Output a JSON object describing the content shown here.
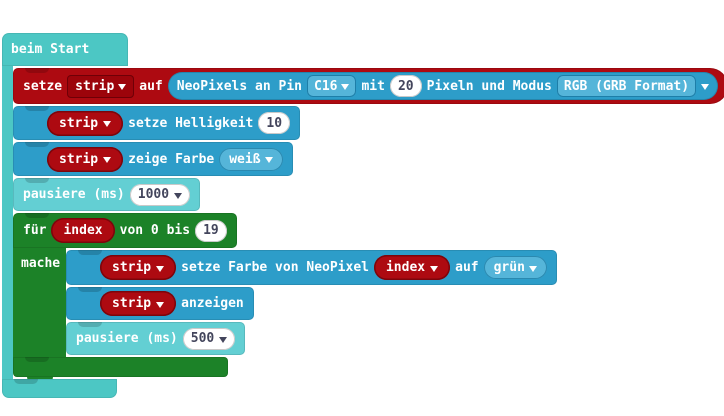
{
  "colors": {
    "canvas": "#ffffff",
    "container_teal": "#4cc7c4",
    "pause_teal": "#63cfd3",
    "neopixel_blue": "#2d9dc9",
    "dropdown_blue": "#55b5d9",
    "variable_red": "#ad0a11",
    "loop_green": "#1c8228",
    "number_text": "#43455c"
  },
  "blocks": {
    "on_start": {
      "label": "beim Start"
    },
    "set_strip": {
      "kw_setze": "setze",
      "variable": "strip",
      "kw_auf": "auf",
      "neopixels": {
        "label_prefix": "NeoPixels an Pin",
        "pin": "C16",
        "kw_mit": "mit",
        "count": "20",
        "label_suffix": "Pixeln und Modus",
        "mode": "RGB (GRB Format)"
      }
    },
    "set_brightness": {
      "variable": "strip",
      "label": "setze Helligkeit",
      "value": "10"
    },
    "show_color": {
      "variable": "strip",
      "label": "zeige Farbe",
      "color": "weiß"
    },
    "pause_1": {
      "label": "pausiere (ms)",
      "value": "1000"
    },
    "for_loop": {
      "kw_fuer": "für",
      "variable": "index",
      "kw_range": "von 0 bis",
      "to": "19",
      "kw_mache": "mache"
    },
    "set_pixel_color": {
      "variable": "strip",
      "label_before": "setze Farbe von NeoPixel",
      "index_variable": "index",
      "kw_auf": "auf",
      "color": "grün"
    },
    "show": {
      "variable": "strip",
      "label": "anzeigen"
    },
    "pause_2": {
      "label": "pausiere (ms)",
      "value": "500"
    }
  }
}
